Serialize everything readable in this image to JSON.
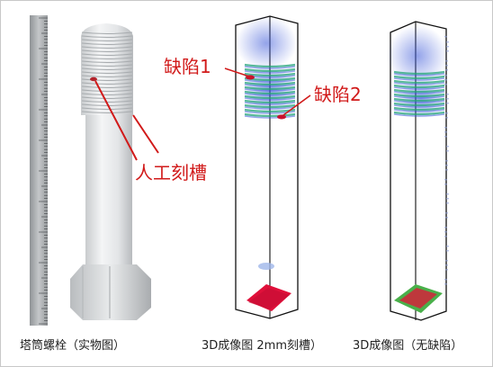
{
  "panels": {
    "photo": {
      "caption": "塔筒螺栓（实物图）"
    },
    "ct_defect": {
      "caption": "3D成像图 2mm刻槽）"
    },
    "ct_clean": {
      "caption": "3D成像图（无缺陷）"
    }
  },
  "annotations": {
    "groove": "人工刻槽",
    "defect1": "缺陷1",
    "defect2": "缺陷2"
  },
  "colors": {
    "annotation": "#d11a1a",
    "bolt": "#dfe2e4",
    "ruler": "#b9bcbe",
    "voxel_blue": "#3a57d8",
    "voxel_green": "#22a37a",
    "base_red": "#e0103a",
    "base_green": "#49b04a"
  }
}
